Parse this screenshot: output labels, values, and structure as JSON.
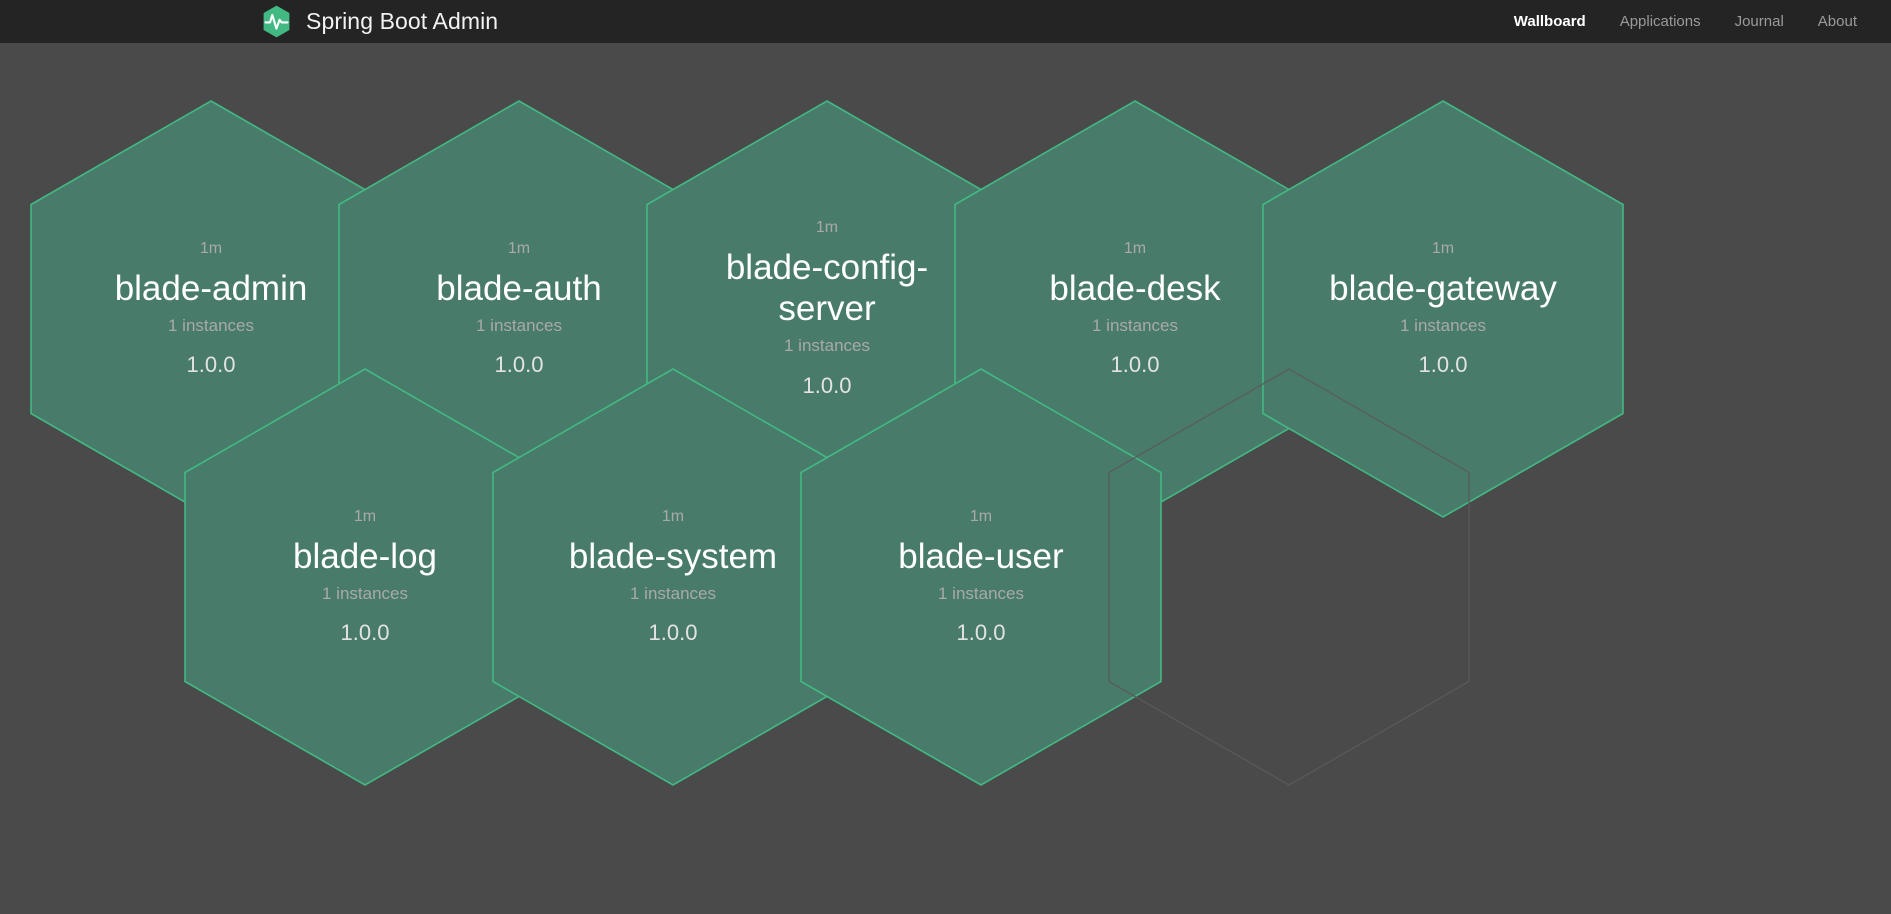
{
  "navbar": {
    "brand": {
      "title": "Spring Boot Admin",
      "logo_icon": "heartbeat-hexagon-icon",
      "logo_color": "#42b983"
    },
    "links": [
      {
        "label": "Wallboard",
        "active": true
      },
      {
        "label": "Applications",
        "active": false
      },
      {
        "label": "Journal",
        "active": false
      },
      {
        "label": "About",
        "active": false
      }
    ]
  },
  "theme": {
    "navbar_bg": "#242424",
    "body_bg": "#4a4a4a",
    "hex_fill": "#497b6b",
    "hex_border": "#42b983",
    "empty_hex_border": "#5a5a5a",
    "muted_text": "#a9a9a9",
    "name_text": "#ffffff"
  },
  "wallboard": {
    "applications": [
      {
        "status": "1m",
        "name": "blade-admin",
        "instances": "1 instances",
        "version": "1.0.0"
      },
      {
        "status": "1m",
        "name": "blade-auth",
        "instances": "1 instances",
        "version": "1.0.0"
      },
      {
        "status": "1m",
        "name": "blade-config-server",
        "instances": "1 instances",
        "version": "1.0.0"
      },
      {
        "status": "1m",
        "name": "blade-desk",
        "instances": "1 instances",
        "version": "1.0.0"
      },
      {
        "status": "1m",
        "name": "blade-gateway",
        "instances": "1 instances",
        "version": "1.0.0"
      },
      {
        "status": "1m",
        "name": "blade-log",
        "instances": "1 instances",
        "version": "1.0.0"
      },
      {
        "status": "1m",
        "name": "blade-system",
        "instances": "1 instances",
        "version": "1.0.0"
      },
      {
        "status": "1m",
        "name": "blade-user",
        "instances": "1 instances",
        "version": "1.0.0"
      }
    ],
    "placeholder_count": 1
  }
}
